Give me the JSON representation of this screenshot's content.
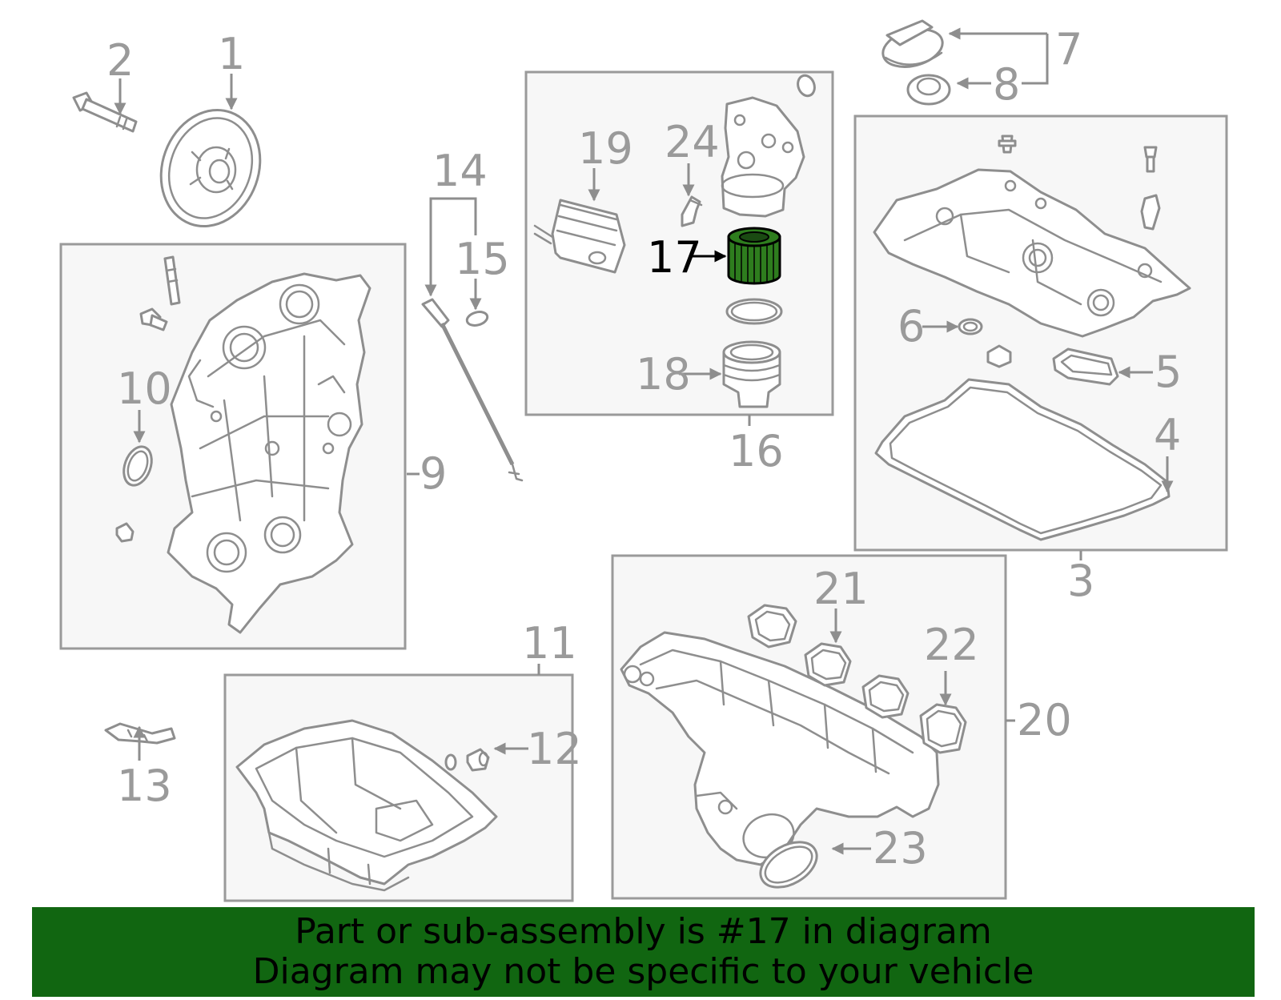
{
  "highlight_color": "#2e7d1e",
  "banner_color": "#116611",
  "labels": {
    "l1": "1",
    "l2": "2",
    "l3": "3",
    "l4": "4",
    "l5": "5",
    "l6": "6",
    "l7": "7",
    "l8": "8",
    "l9": "9",
    "l10": "10",
    "l11": "11",
    "l12": "12",
    "l13": "13",
    "l14": "14",
    "l15": "15",
    "l16": "16",
    "l17": "17",
    "l18": "18",
    "l19": "19",
    "l20": "20",
    "l21": "21",
    "l22": "22",
    "l23": "23",
    "l24": "24"
  },
  "banner": {
    "line1": "Part or sub-assembly is #17 in diagram",
    "line2": "Diagram may not be specific to your vehicle"
  }
}
